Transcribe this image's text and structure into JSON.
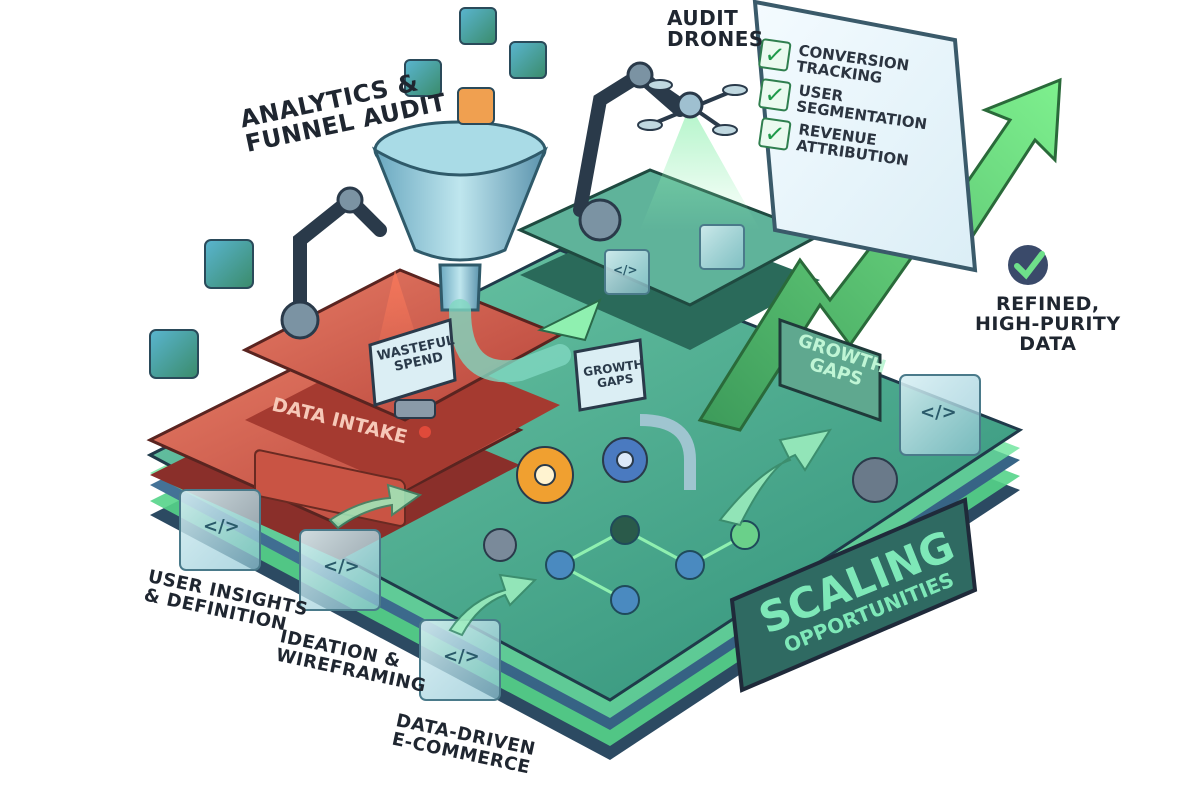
{
  "labels": {
    "analytics_line1": "ANALYTICS &",
    "analytics_line2": "FUNNEL AUDIT",
    "audit_line1": "AUDIT",
    "audit_line2": "DRONES",
    "refined_line1": "REFINED,",
    "refined_line2": "HIGH-PURITY",
    "refined_line3": "DATA",
    "user_line1": "USER INSIGHTS",
    "user_line2": "& DEFINITION",
    "ideation_line1": "IDEATION &",
    "ideation_line2": "WIREFRAMING",
    "datadriven_line1": "DATA-DRIVEN",
    "datadriven_line2": "E-COMMERCE"
  },
  "signs": {
    "wasteful_line1": "WASTEFUL",
    "wasteful_line2": "SPEND",
    "growth_small_line1": "GROWTH",
    "growth_small_line2": "GAPS",
    "growth_big_line1": "GROWTH",
    "growth_big_line2": "GAPS",
    "data_intake": "DATA INTAKE",
    "scaling_line1": "SCALING",
    "scaling_line2": "OPPORTUNITIES"
  },
  "checklist": [
    {
      "line1": "CONVERSION",
      "line2": "TRACKING"
    },
    {
      "line1": "USER",
      "line2": "SEGMENTATION"
    },
    {
      "line1": "REVENUE",
      "line2": "ATTRIBUTION"
    }
  ],
  "icons": {
    "cube_code": "</>",
    "check": "✓"
  },
  "colors": {
    "platform_green": "#3fae8e",
    "platform_red": "#d45a4a",
    "accent_green": "#4fd07a",
    "frame_dark": "#2b3a4a"
  }
}
